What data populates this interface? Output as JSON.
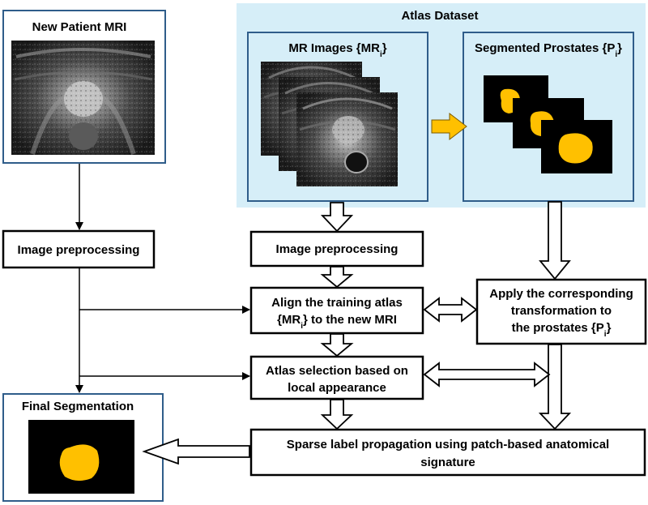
{
  "colors": {
    "atlas_bg": "#d6eef8",
    "box_border": "#2f5d8a",
    "prostate_fill": "#ffc000",
    "black": "#000000"
  },
  "patient": {
    "title": "New Patient MRI"
  },
  "atlas": {
    "title": "Atlas Dataset",
    "mr_images": {
      "title": "MR Images {MR",
      "sub": "i",
      "close": "}"
    },
    "segmented": {
      "title": "Segmented Prostates {P",
      "sub": "i",
      "close": "}"
    }
  },
  "steps": {
    "preprocess_left": "Image preprocessing",
    "preprocess_mid": "Image preprocessing",
    "align": {
      "line1": "Align the training atlas",
      "line2_a": "{MR",
      "line2_sub": "i",
      "line2_b": "} to the new MRI"
    },
    "apply": {
      "line1": "Apply the corresponding",
      "line2": "transformation to",
      "line3_a": "the prostates {P",
      "line3_sub": "i",
      "line3_b": "}"
    },
    "selection": {
      "line1": "Atlas selection based on",
      "line2": "local appearance"
    },
    "propagation": {
      "line1": "Sparse label propagation using patch-based anatomical",
      "line2": "signature"
    }
  },
  "final": {
    "title": "Final Segmentation"
  }
}
